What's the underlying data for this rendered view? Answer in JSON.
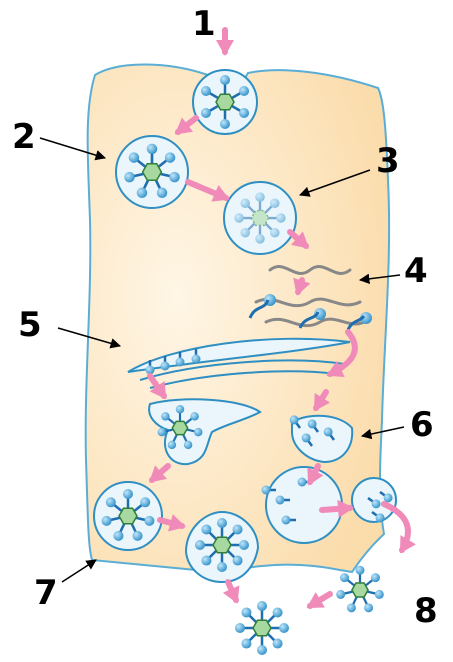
{
  "diagram": {
    "labels": [
      "1",
      "2",
      "3",
      "4",
      "5",
      "6",
      "7",
      "8"
    ],
    "colors": {
      "cell_fill": "#fbdcab",
      "cell_center": "#fff6e6",
      "cell_outline": "#5aaed6",
      "vesicle_fill": "#eaf6fb",
      "vesicle_outline": "#2f8fc2",
      "arrow": "#f08ab8",
      "spike": "#1f6fb0",
      "sphere": "#3fa2dc",
      "capsid": "#a7d8a0",
      "capsid_outline": "#2f7f3a",
      "rna": "#888888"
    }
  }
}
